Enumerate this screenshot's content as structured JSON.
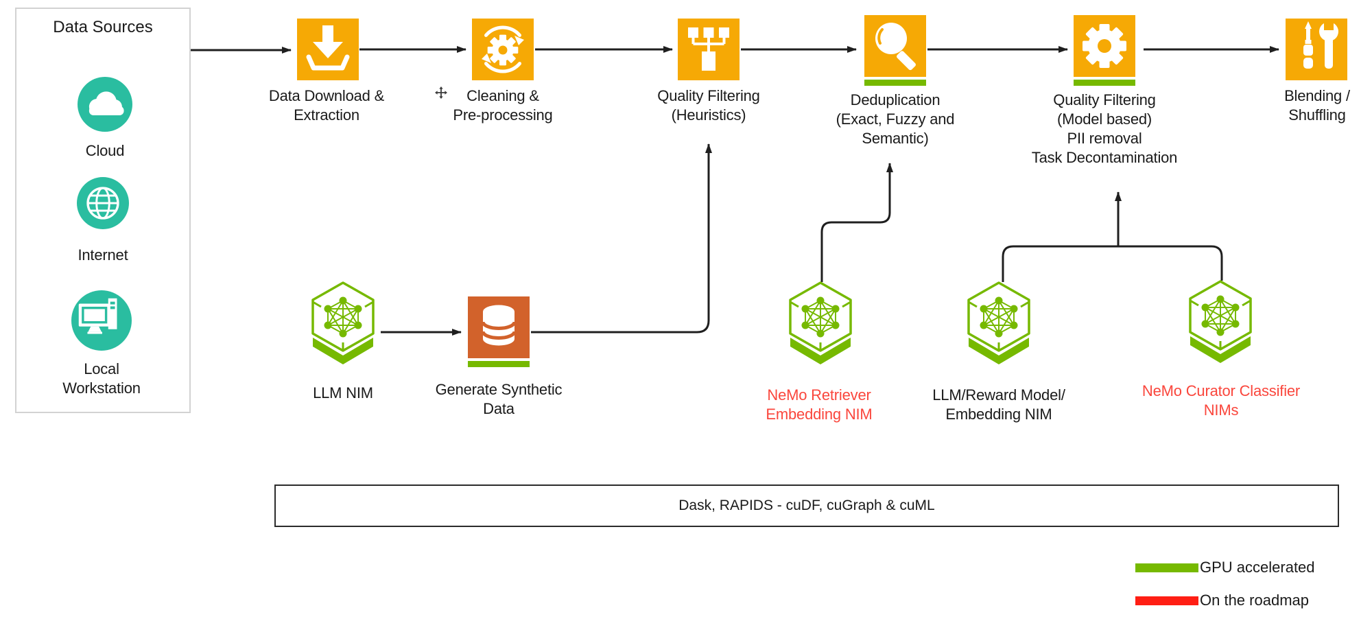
{
  "data_sources_panel": {
    "title": "Data Sources",
    "items": [
      {
        "icon": "cloud-icon",
        "label": "Cloud"
      },
      {
        "icon": "internet-globe-icon",
        "label": "Internet"
      },
      {
        "icon": "local-workstation-icon",
        "label": "Local\nWorkstation"
      }
    ]
  },
  "pipeline_steps": [
    {
      "icon": "download-icon",
      "label": "Data Download &\nExtraction",
      "gpu_accelerated": false
    },
    {
      "icon": "cleaning-gear-sync-icon",
      "label": "Cleaning &\nPre-processing",
      "gpu_accelerated": false
    },
    {
      "icon": "heuristic-filter-tree-icon",
      "label": "Quality Filtering\n(Heuristics)",
      "gpu_accelerated": false
    },
    {
      "icon": "dedup-magnifier-icon",
      "label": "Deduplication\n(Exact, Fuzzy and\nSemantic)",
      "gpu_accelerated": true
    },
    {
      "icon": "model-filter-gear-icon",
      "label": "Quality Filtering\n(Model based)\nPII removal\nTask Decontamination",
      "gpu_accelerated": true
    },
    {
      "icon": "blending-tools-icon",
      "label": "Blending /\nShuffling",
      "gpu_accelerated": false
    }
  ],
  "nim_row": {
    "llm_nim": {
      "icon": "nim-hexagon-icon",
      "label": "LLM NIM",
      "status": "available"
    },
    "synthetic_data": {
      "icon": "database-icon",
      "label": "Generate Synthetic\nData",
      "gpu_accelerated": true
    },
    "retriever_nim": {
      "icon": "nim-hexagon-icon",
      "label": "NeMo Retriever\nEmbedding NIM",
      "status": "on-roadmap"
    },
    "reward_nim": {
      "icon": "nim-hexagon-icon",
      "label": "LLM/Reward Model/\nEmbedding NIM",
      "status": "available"
    },
    "curator_nim": {
      "icon": "nim-hexagon-icon",
      "label": "NeMo Curator Classifier\nNIMs",
      "status": "on-roadmap"
    }
  },
  "framework_bar": {
    "label": "Dask, RAPIDS - cuDF, cuGraph & cuML"
  },
  "legend": {
    "gpu": {
      "color": "#76B900",
      "label": "GPU accelerated"
    },
    "roadmap": {
      "color": "#FF1E14",
      "label": "On the roadmap"
    }
  },
  "colors": {
    "step_amber": "#F6A905",
    "nvidia_green": "#76B900",
    "teal": "#2ABDA0",
    "db_orange": "#D2622B",
    "roadmap_text_red": "#FA463C",
    "roadmap_bar_red": "#FF1E14",
    "line_black": "#1f1f1f"
  }
}
